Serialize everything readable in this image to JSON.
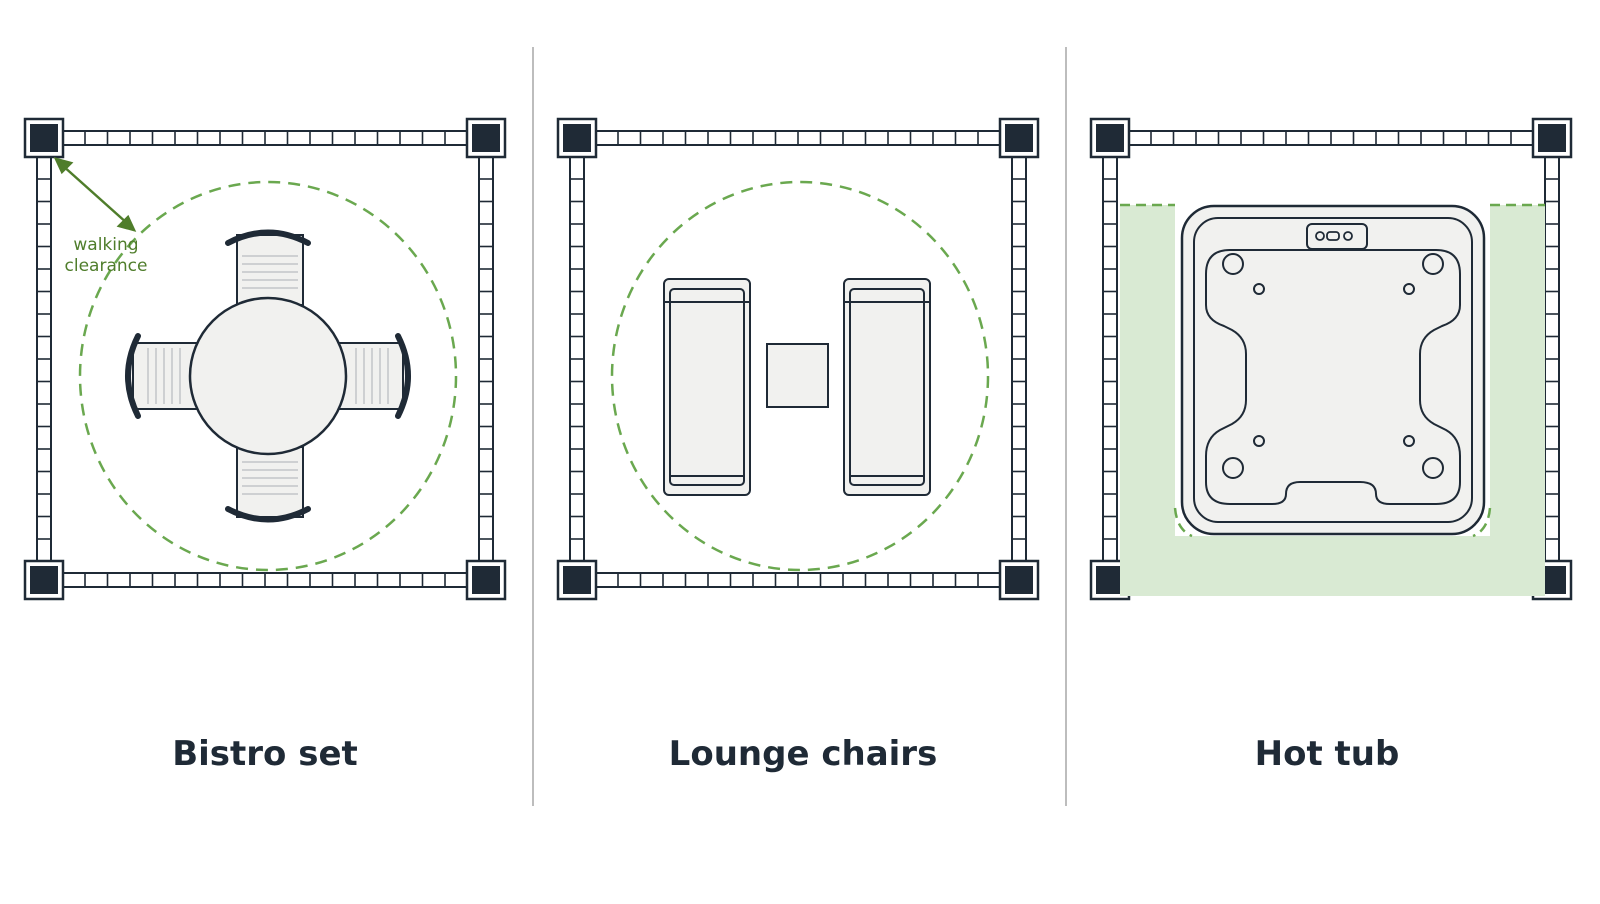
{
  "colors": {
    "line": "#1f2a36",
    "post": "#1f2a36",
    "furniture_fill": "#f1f1ef",
    "floor_fill": "#ffffff",
    "clearance": "#6aa84f",
    "clearance_fill": "#d9ead3",
    "annotation_text": "#4f7d2b",
    "divider": "#bdbdbd"
  },
  "panels": [
    {
      "caption": "Bistro set",
      "furniture": "round-table-with-four-chairs",
      "annotation": {
        "lines": [
          "walking",
          "clearance"
        ],
        "icon": "double-arrow-icon"
      }
    },
    {
      "caption": "Lounge chairs",
      "furniture": "two-chaise-loungers-with-side-table"
    },
    {
      "caption": "Hot tub",
      "furniture": "square-hot-tub"
    }
  ]
}
